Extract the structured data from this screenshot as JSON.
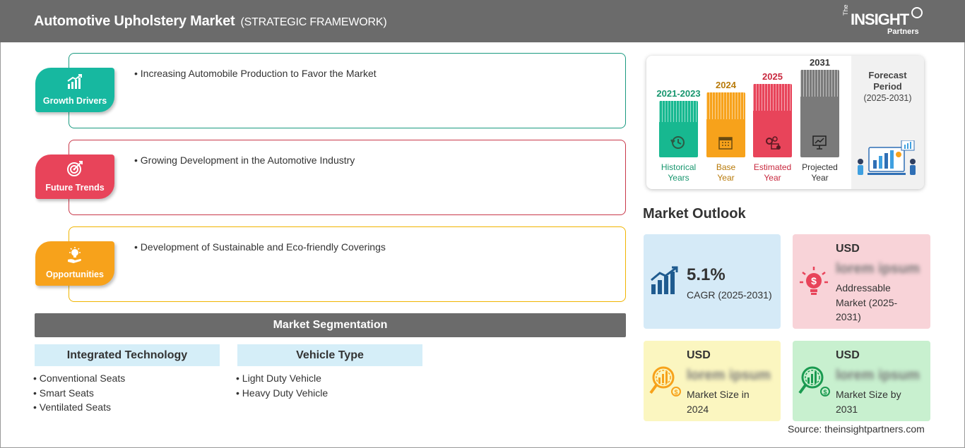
{
  "header": {
    "title": "Automotive Upholstery Market",
    "subtitle": "(STRATEGIC FRAMEWORK)",
    "logo_the": "The",
    "logo_insight": "INSIGHT",
    "logo_partners": "Partners"
  },
  "framework": [
    {
      "badge": "Growth Drivers",
      "icon": "growth-chart-icon",
      "color": "#17b8a0",
      "border": "#1a9a80",
      "bullet": "Increasing Automobile Production to Favor the Market"
    },
    {
      "badge": "Future Trends",
      "icon": "target-icon",
      "color": "#e8445a",
      "border": "#c8384a",
      "bullet": "Growing Development in the Automotive Industry"
    },
    {
      "badge": "Opportunities",
      "icon": "lightbulb-hand-icon",
      "color": "#f7a21b",
      "border": "#f0b400",
      "bullet": "Development of Sustainable and Eco-friendly Coverings"
    }
  ],
  "segmentation": {
    "title": "Market Segmentation",
    "groups": [
      {
        "heading": "Integrated Technology",
        "items": [
          "Conventional Seats",
          "Smart Seats",
          "Ventilated Seats"
        ]
      },
      {
        "heading": "Vehicle Type",
        "items": [
          "Light Duty Vehicle",
          "Heavy Duty Vehicle"
        ]
      }
    ]
  },
  "timeline": {
    "columns": [
      {
        "year": "2021-2023",
        "label_1": "Historical",
        "label_2": "Years",
        "color": "#17b890",
        "icon": "history-icon"
      },
      {
        "year": "2024",
        "label_1": "Base",
        "label_2": "Year",
        "color": "#f7a21b",
        "icon": "calendar-icon"
      },
      {
        "year": "2025",
        "label_1": "Estimated",
        "label_2": "Year",
        "color": "#e8445a",
        "icon": "gears-chart-icon"
      },
      {
        "year": "2031",
        "label_1": "Projected",
        "label_2": "Year",
        "color": "#7a7a7a",
        "icon": "presentation-icon"
      }
    ],
    "forecast_title_1": "Forecast",
    "forecast_title_2": "Period",
    "forecast_range": "(2025-2031)"
  },
  "outlook": {
    "title": "Market Outlook",
    "cagr_value": "5.1%",
    "cagr_label": "CAGR (2025-2031)",
    "addressable": {
      "usd": "USD",
      "value": "lorem ipsum",
      "desc_1": "Addressable",
      "desc_2": "Market (2025-",
      "desc_3": "2031)"
    },
    "size_2024": {
      "usd": "USD",
      "value": "lorem ipsum",
      "desc_1": "Market Size in",
      "desc_2": "2024"
    },
    "size_2031": {
      "usd": "USD",
      "value": "lorem ipsum",
      "desc_1": "Market Size by",
      "desc_2": "2031"
    },
    "colors": {
      "cagr": "#d5eaf7",
      "addressable": "#f8d3d8",
      "size_2024": "#fbf6c0",
      "size_2031": "#c8f0cf"
    }
  },
  "source": "Source: theinsightpartners.com"
}
